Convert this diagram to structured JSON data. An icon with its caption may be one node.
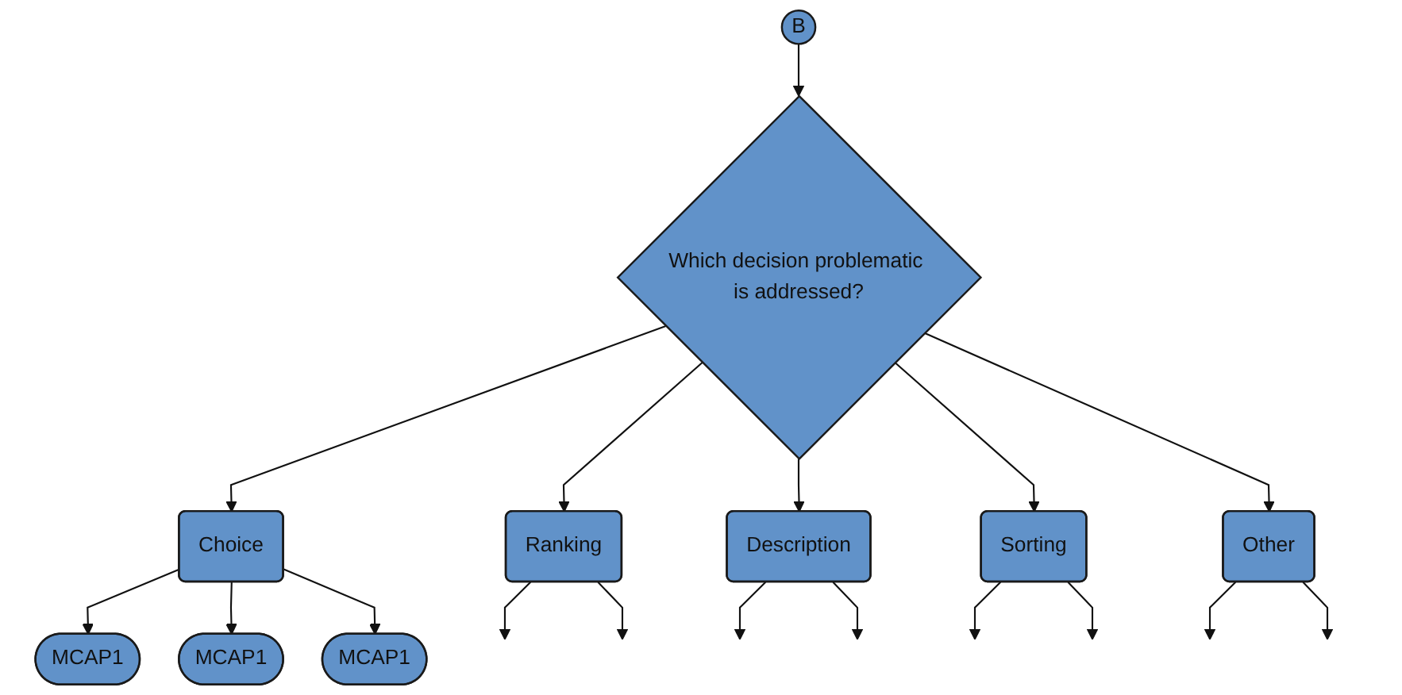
{
  "diagram": {
    "nodes": [
      {
        "text": [
          "B"
        ]
      },
      {
        "text": [
          "Which decision problematic is addressed?"
        ]
      },
      {
        "text": [
          "Choice"
        ]
      },
      {
        "text": [
          "Ranking"
        ]
      },
      {
        "text": [
          "Description"
        ]
      },
      {
        "text": [
          "Sorting"
        ]
      },
      {
        "text": [
          "Other"
        ]
      },
      {
        "text": [
          "MCAP1"
        ]
      },
      {
        "text": [
          "MCAP1"
        ]
      },
      {
        "text": [
          "MCAP1"
        ]
      }
    ],
    "edges": [
      {
        "from": 0,
        "to": 1,
        "arrow": "to"
      },
      {
        "from": 1,
        "to": 2,
        "arrow": "to"
      },
      {
        "from": 1,
        "to": 3,
        "arrow": "to"
      },
      {
        "from": 1,
        "to": 4,
        "arrow": "to"
      },
      {
        "from": 1,
        "to": 5,
        "arrow": "to"
      },
      {
        "from": 1,
        "to": 6,
        "arrow": "to"
      },
      {
        "from": 2,
        "to": 7,
        "arrow": "to"
      },
      {
        "from": 2,
        "to": 8,
        "arrow": "to"
      },
      {
        "from": 2,
        "to": 9,
        "arrow": "to"
      },
      {
        "from": 3,
        "to": null,
        "arrow": "to"
      },
      {
        "from": 3,
        "to": null,
        "arrow": "to"
      },
      {
        "from": 4,
        "to": null,
        "arrow": "to"
      },
      {
        "from": 4,
        "to": null,
        "arrow": "to"
      },
      {
        "from": 5,
        "to": null,
        "arrow": "to"
      },
      {
        "from": 5,
        "to": null,
        "arrow": "to"
      },
      {
        "from": 6,
        "to": null,
        "arrow": "to"
      },
      {
        "from": 6,
        "to": null,
        "arrow": "to"
      }
    ]
  }
}
